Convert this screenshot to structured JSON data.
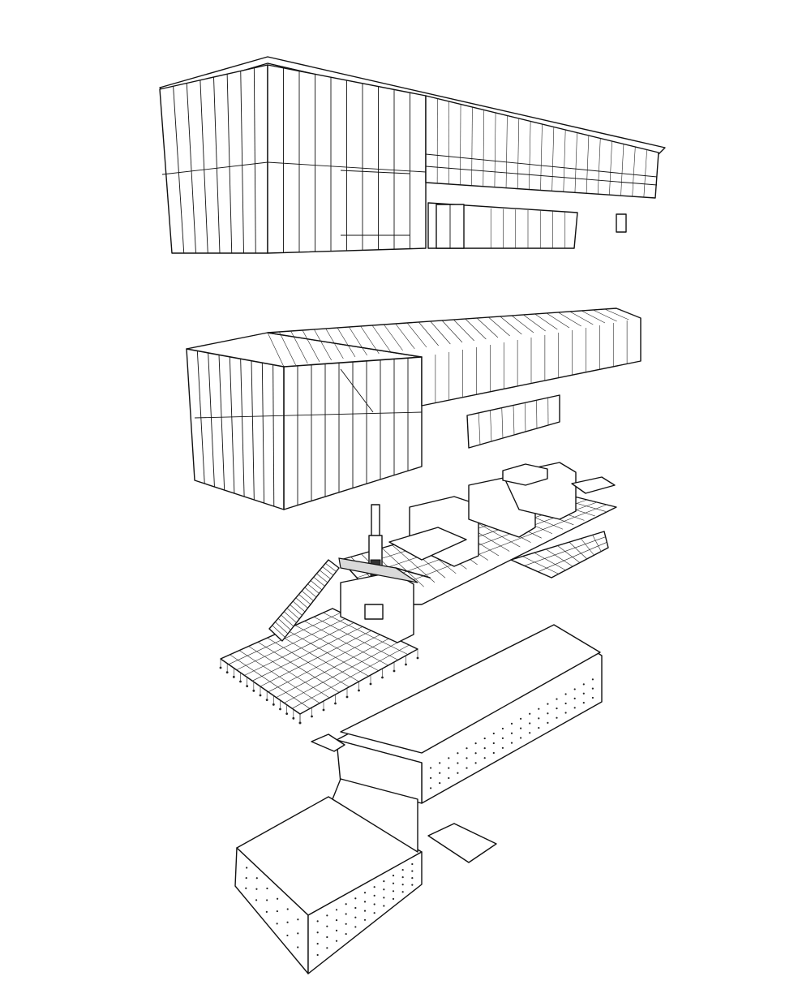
{
  "diagram": {
    "kind": "exploded-axonometric",
    "background": "#ffffff",
    "line_color": "#111111",
    "layers": [
      {
        "id": "cladding"
      },
      {
        "id": "frame"
      },
      {
        "id": "interior"
      },
      {
        "id": "foundation"
      }
    ]
  }
}
